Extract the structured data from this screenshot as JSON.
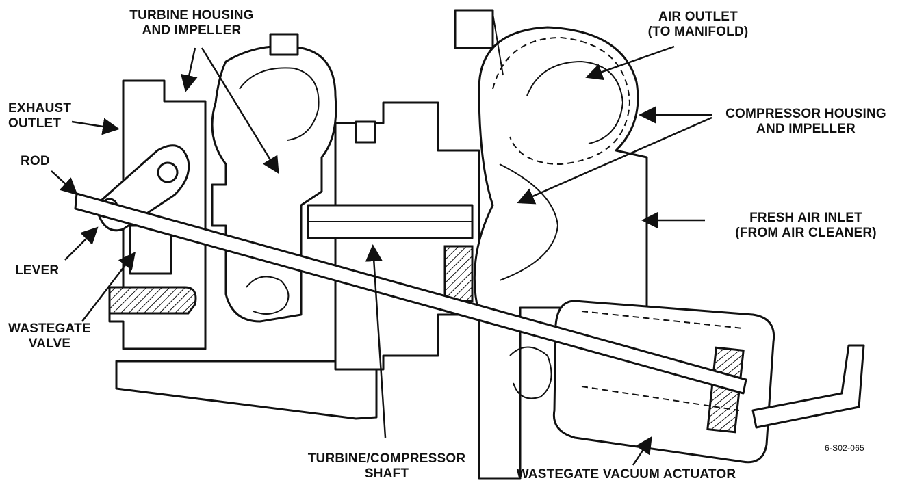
{
  "labels": {
    "turbine_housing": [
      "TURBINE HOUSING",
      "AND IMPELLER"
    ],
    "exhaust_outlet": [
      "EXHAUST",
      "OUTLET"
    ],
    "rod": "ROD",
    "lever": "LEVER",
    "wastegate_valve": [
      "WASTEGATE",
      "VALVE"
    ],
    "shaft": [
      "TURBINE/COMPRESSOR",
      "SHAFT"
    ],
    "air_outlet": [
      "AIR OUTLET",
      "(TO MANIFOLD)"
    ],
    "compressor_housing": [
      "COMPRESSOR HOUSING",
      "AND IMPELLER"
    ],
    "fresh_air_inlet": [
      "FRESH AIR INLET",
      "(FROM AIR CLEANER)"
    ],
    "vacuum_actuator": "WASTEGATE VACUUM ACTUATOR",
    "figure_ref": "6-S02-065"
  }
}
